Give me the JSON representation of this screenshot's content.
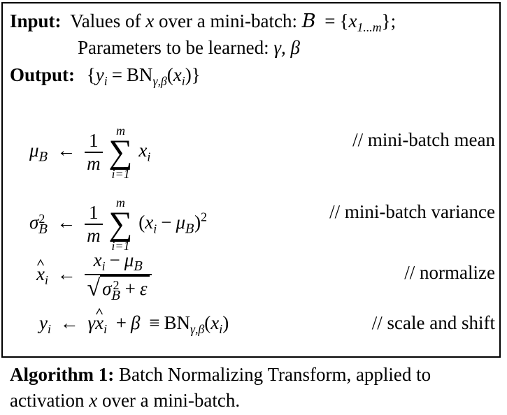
{
  "algorithm": {
    "input_label": "Input:",
    "input_text": "Values of",
    "input_var": "x",
    "input_text2": "over a mini-batch:",
    "input_set_lhs": "B",
    "input_set_rhs": "x",
    "input_set_sub": "1...m",
    "params_text": "Parameters to be learned:",
    "params_vars": "γ, β",
    "output_label": "Output:",
    "output_y": "y",
    "output_i": "i",
    "bn": "BN",
    "bn_sub": "γ,β",
    "steps": [
      {
        "comment": "// mini-batch mean"
      },
      {
        "comment": "// mini-batch variance"
      },
      {
        "comment": "// normalize"
      },
      {
        "comment": "// scale and shift"
      }
    ],
    "one": "1",
    "m": "m",
    "i_eq_1": "i=1",
    "mu": "μ",
    "sigma": "σ",
    "two": "2",
    "eps": "ε",
    "x": "x",
    "i": "i",
    "gamma": "γ",
    "beta": "β"
  },
  "caption": {
    "label": "Algorithm 1:",
    "text1": "Batch Normalizing Transform, applied to activation",
    "var": "x",
    "text2": "over a mini-batch."
  }
}
